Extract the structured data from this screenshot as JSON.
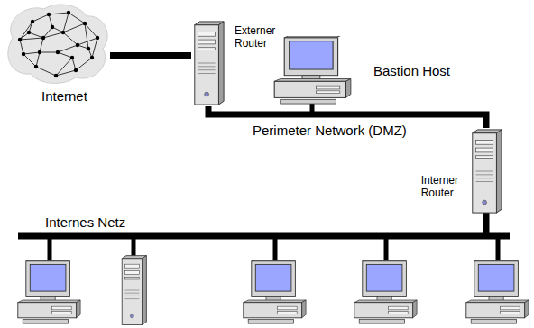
{
  "diagram": {
    "nodes": [
      {
        "text": [
          "Internet"
        ]
      },
      {
        "text": [
          "Externer Router"
        ]
      },
      {
        "text": [
          "Bastion Host"
        ]
      },
      {
        "text": [
          "Interner Router"
        ]
      }
    ],
    "edges": [
      {
        "from": 0,
        "to": 1,
        "arrow": "none"
      },
      {
        "from": 1,
        "to": 3,
        "arrow": "none",
        "label": "Perimeter Network (DMZ)"
      }
    ],
    "labels": [
      "Internes Netz"
    ]
  }
}
